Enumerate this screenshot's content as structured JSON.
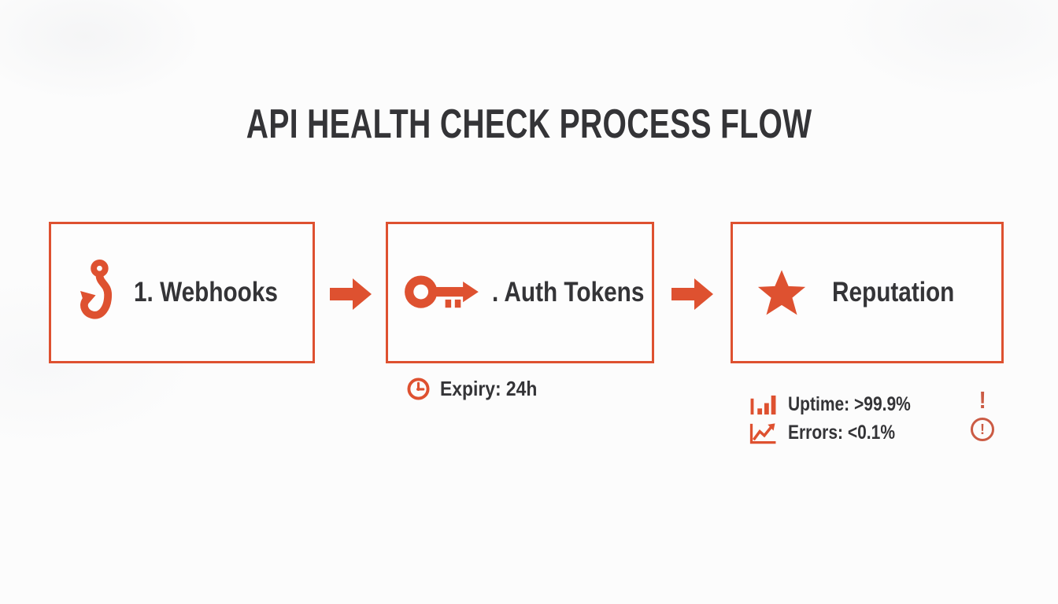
{
  "title": "API HEALTH CHECK PROCESS FLOW",
  "colors": {
    "accent": "#DE5130",
    "alert": "#CB5B44",
    "text": "#343437",
    "background": "#FCFCFC",
    "boxbg": "#FDFDFD"
  },
  "flow": {
    "connector_icon": "arrow-right",
    "steps": [
      {
        "label": "1. Webhooks",
        "icon": "hook-icon"
      },
      {
        "label": ". Auth Tokens",
        "icon": "key-icon",
        "note": {
          "icon": "clock-icon",
          "text": "Expiry: 24h"
        }
      },
      {
        "label": "Reputation",
        "icon": "star-icon",
        "metrics": [
          {
            "icon": "bar-chart-icon",
            "text": "Uptime: >99.9%"
          },
          {
            "icon": "line-chart-icon",
            "text": "Errors: <0.1%"
          }
        ],
        "alerts": [
          {
            "icon": "exclamation-icon",
            "glyph": "!"
          },
          {
            "icon": "circled-exclamation-icon",
            "glyph": "!"
          }
        ]
      }
    ]
  }
}
